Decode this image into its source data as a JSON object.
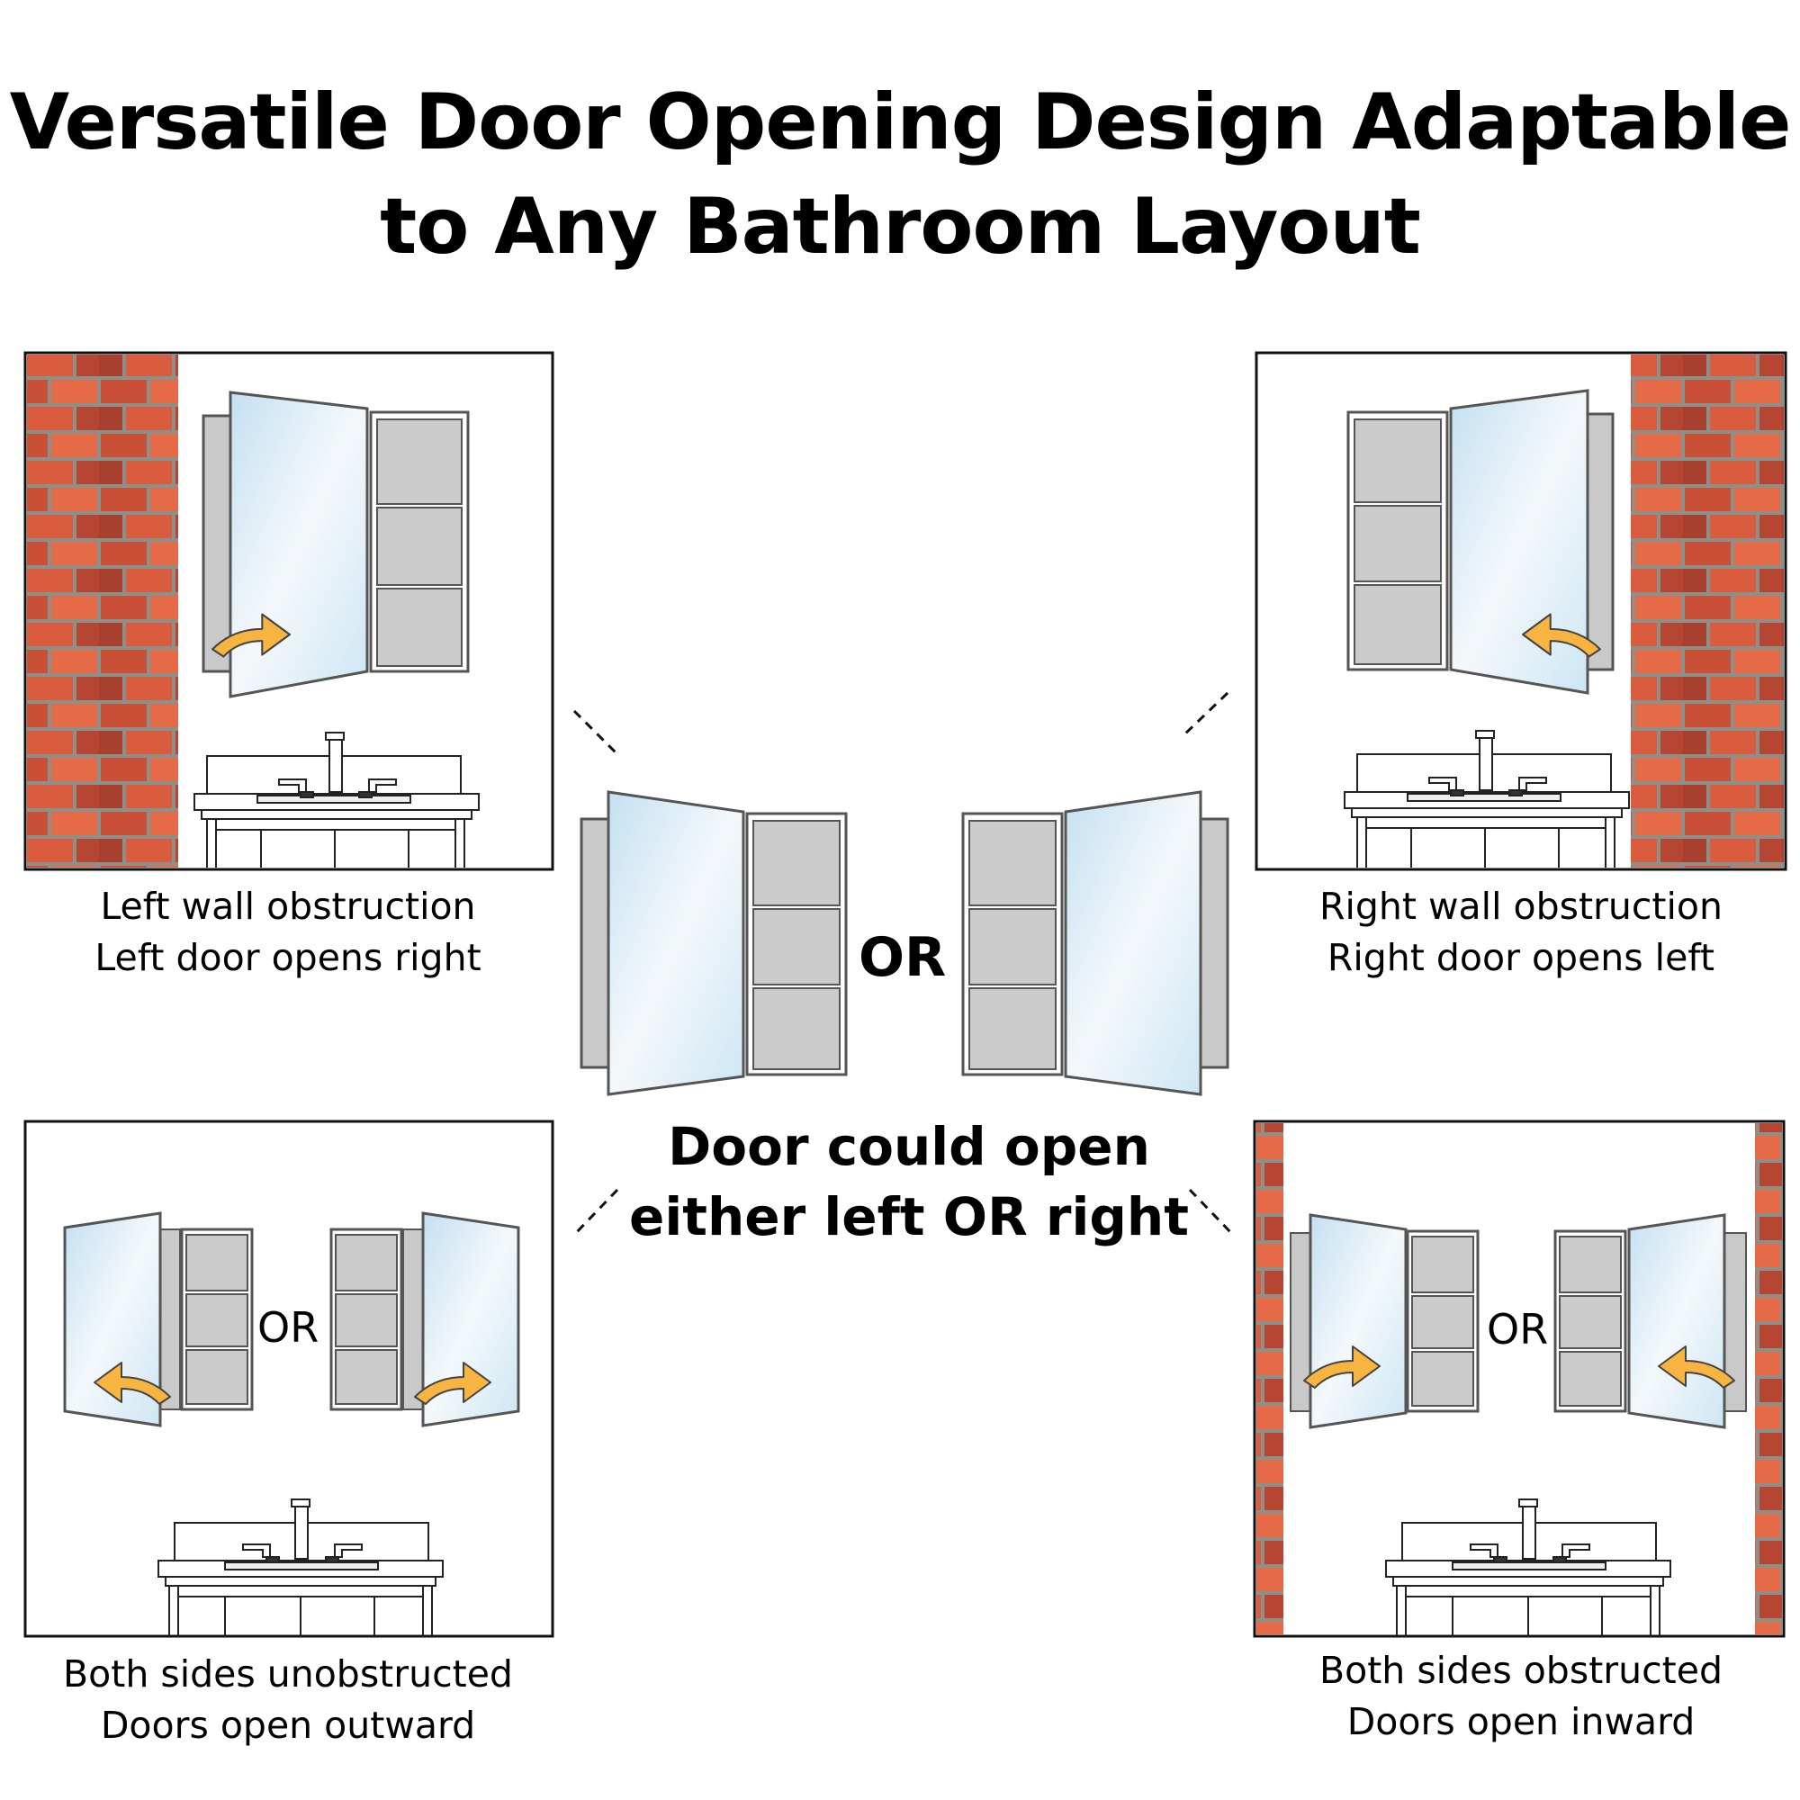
{
  "title": {
    "line1": "Versatile Door Opening Design Adaptable",
    "line2": "to Any Bathroom Layout"
  },
  "panels": {
    "top_left": {
      "caption_line1": "Left wall obstruction",
      "caption_line2": "Left door opens right"
    },
    "top_right": {
      "caption_line1": "Right wall obstruction",
      "caption_line2": "Right door opens left"
    },
    "bottom_left": {
      "caption_line1": "Both sides unobstructed",
      "caption_line2": "Doors open outward",
      "or_label": "OR"
    },
    "bottom_right": {
      "caption_line1": "Both sides obstructed",
      "caption_line2": "Doors open inward",
      "or_label": "OR"
    }
  },
  "center": {
    "or_label": "OR",
    "caption_line1": "Door could open",
    "caption_line2": "either left OR right"
  },
  "colors": {
    "brick": "#d4573a",
    "brick_light": "#e96b4a",
    "brick_dark": "#a63a2b",
    "mortar": "#9c9c96",
    "mirror": "#d6eaf5",
    "cabinet_gray": "#c9c9c9",
    "arrow": "#f7b440"
  },
  "icons": [
    "brick-wall",
    "mirror-door",
    "shelf-cabinet",
    "curved-arrow",
    "vanity-sink",
    "faucet"
  ]
}
